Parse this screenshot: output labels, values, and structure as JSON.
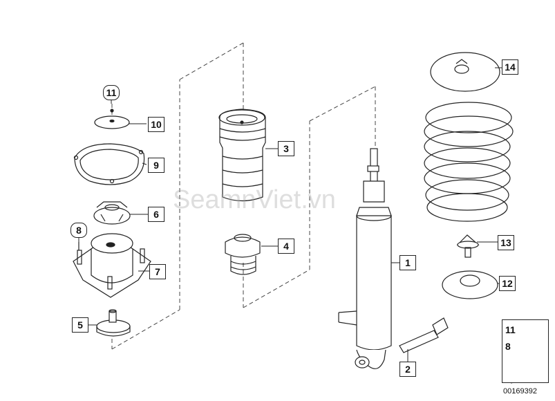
{
  "watermark": "SeamnViet.vn",
  "document_id": "00169392",
  "callouts": {
    "c1": "1",
    "c2": "2",
    "c3": "3",
    "c4": "4",
    "c5": "5",
    "c6": "6",
    "c7": "7",
    "c8": "8",
    "c9": "9",
    "c10": "10",
    "c11": "11",
    "c12": "12",
    "c13": "13",
    "c14": "14"
  },
  "legend": {
    "top": "11",
    "bottom": "8"
  },
  "colors": {
    "line": "#222222",
    "dash": "#444444",
    "blue_frame": "#2a5ea8"
  }
}
